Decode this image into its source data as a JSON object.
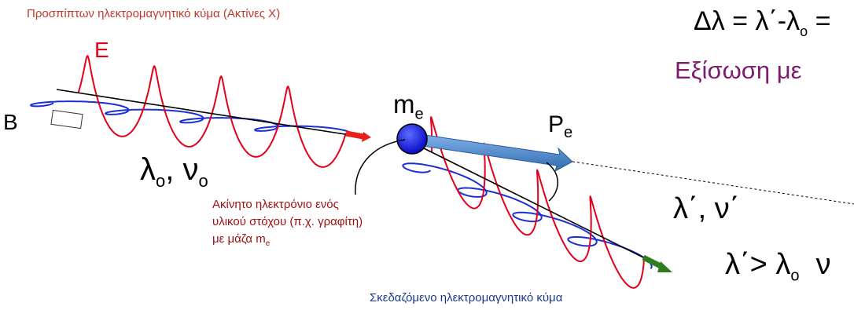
{
  "incident_title": "Προσπίπτων ηλεκτρομαγνητικό κύμα (Ακτίνες Χ)",
  "e_field_label": "E",
  "b_field_label": "B",
  "incident_wavelength": {
    "lambda": "λ",
    "lambda_sub": "o",
    "sep": ", ",
    "nu": "ν",
    "nu_sub": "o"
  },
  "electron_mass": {
    "symbol": "m",
    "sub": "e"
  },
  "electron_momentum": {
    "symbol": "P",
    "sub": "e"
  },
  "electron_note": {
    "line1": "Ακίνητο ηλεκτρόνιο ενός",
    "line2": "υλικού στόχου (π.χ. γραφίτη)",
    "line3": "με μάζα m",
    "line3_sub": "e"
  },
  "scattered_title": "Σκεδαζόμενο ηλεκτρομαγνητικό κύμα",
  "delta_formula": {
    "left": "Δλ = λ΄-λ",
    "sub": "o",
    "right": " ="
  },
  "equation_label": "Εξίσωση με",
  "scattered_wavelength": "λ΄, ν΄",
  "inequality": {
    "left": "λ΄> λ",
    "sub": "o",
    "right": "  ν"
  },
  "colors": {
    "e_wave": "#e3001b",
    "b_wave": "#1a2fd6",
    "incident_arrow": "#e8201a",
    "scattered_arrow": "#2e7d1e",
    "electron": "#1515e6",
    "momentum_arrow": "#4a86c8"
  }
}
